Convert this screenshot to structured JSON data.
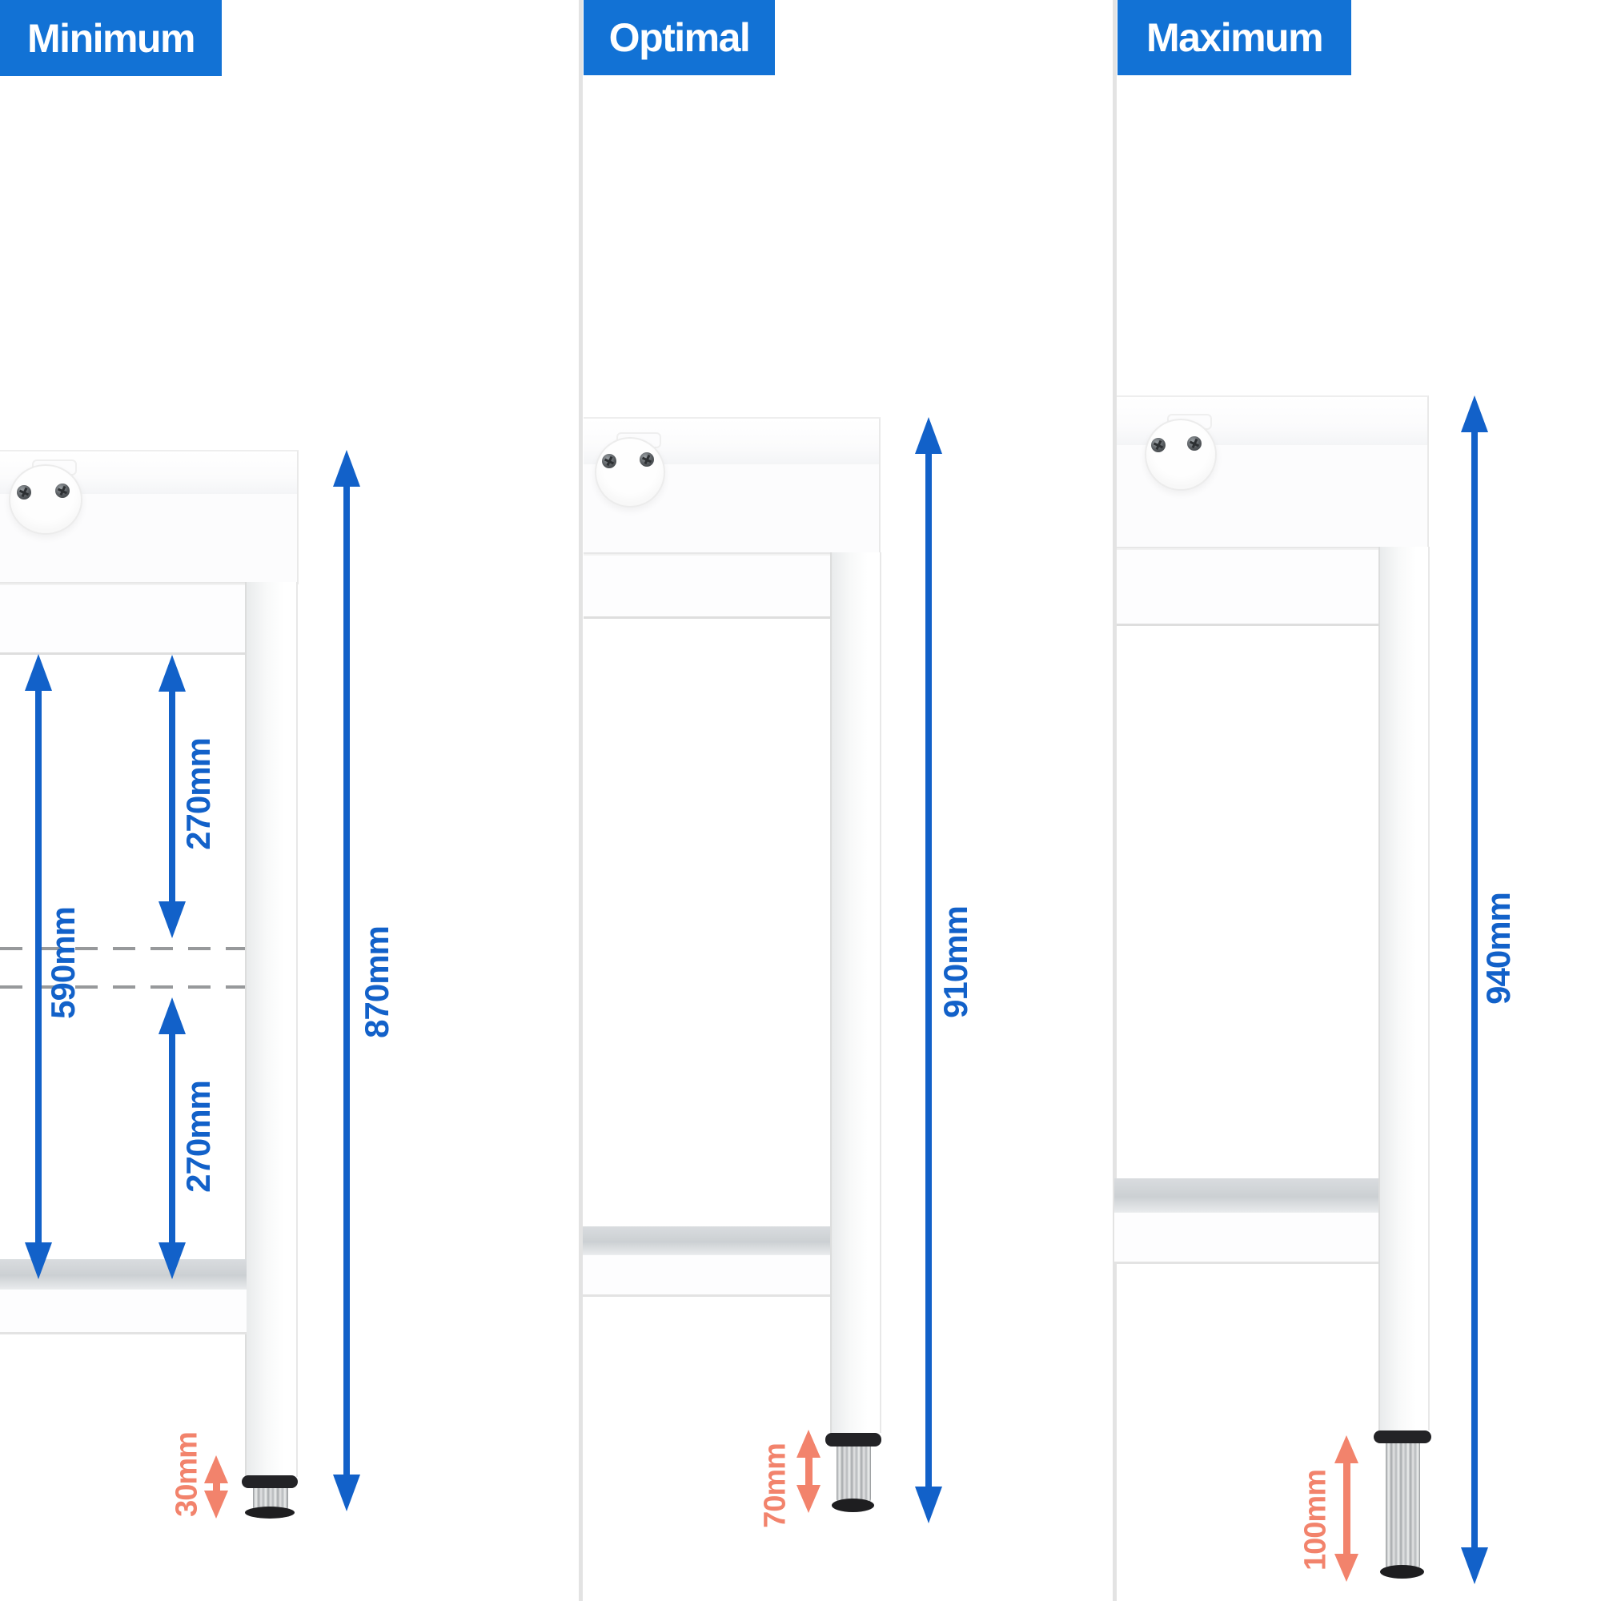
{
  "panels": [
    {
      "label": "Minimum",
      "dimensions": {
        "total": "870mm",
        "foot_adjustment": "30mm",
        "shelf_clearance": "590mm",
        "shelf_offset_top": "270mm",
        "shelf_offset_bottom": "270mm"
      }
    },
    {
      "label": "Optimal",
      "dimensions": {
        "total": "910mm",
        "foot_adjustment": "70mm"
      }
    },
    {
      "label": "Maximum",
      "dimensions": {
        "total": "940mm",
        "foot_adjustment": "100mm"
      }
    }
  ],
  "colors": {
    "header_blue": "#1272D5",
    "dimension_blue": "#1261C9",
    "adjustment_orange": "#F2836C",
    "dashed_gray": "#97999B",
    "divider_gray": "#E3E3E3"
  }
}
